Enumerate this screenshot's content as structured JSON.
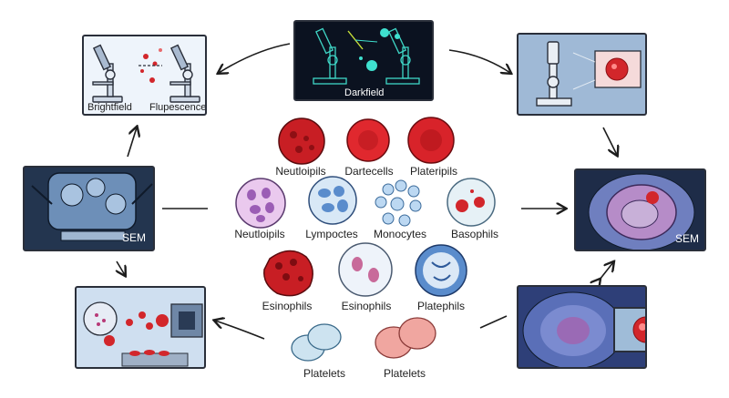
{
  "panels": {
    "top_left": {
      "label_left": "Brightfield",
      "label_right": "Flupescence"
    },
    "top_center": {
      "label": "Darkfield"
    },
    "left_middle": {
      "label": "SEM"
    },
    "right_middle": {
      "label": "SEM"
    }
  },
  "cells": {
    "row1": [
      "Neutloipils",
      "Dartecells",
      "Plateripils"
    ],
    "row2": [
      "Neutloipils",
      "Lympoctes",
      "Monocytes",
      "Basophils"
    ],
    "row3": [
      "Esinophils",
      "Esinophils",
      "Platephils"
    ],
    "row4": [
      "Platelets",
      "Platelets"
    ]
  },
  "colors": {
    "outline": "#2a2f3a",
    "blood_red": "#d2262b",
    "panel_blue": "#9fb9d6",
    "dark_panel": "#0b1220",
    "nucleus_purple": "#8b6bbd"
  }
}
